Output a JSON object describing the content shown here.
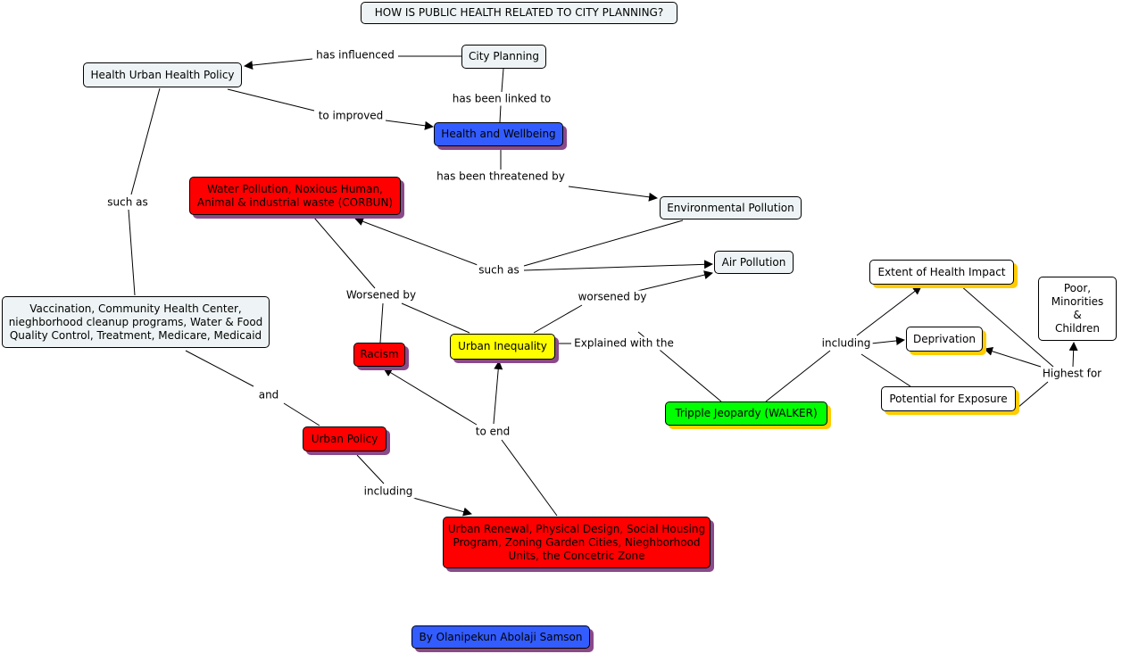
{
  "title": "HOW IS PUBLIC HEALTH RELATED TO CITY PLANNING?",
  "nodes": {
    "health_urban_policy": "Health Urban Health Policy",
    "city_planning": "City Planning",
    "health_wellbeing": "Health and Wellbeing",
    "environmental_pollution": "Environmental Pollution",
    "water_pollution": "Water Pollution, Noxious Human, Animal & industrial waste (CORBUN)",
    "air_pollution": "Air Pollution",
    "vaccination": "Vaccination, Community Health Center, nieghborhood cleanup programs, Water & Food Quality Control, Treatment, Medicare, Medicaid",
    "racism": "Racism",
    "urban_inequality": "Urban Inequality",
    "urban_policy": "Urban Policy",
    "urban_renewal": "Urban Renewal, Physical Design, Social Housing Program, Zoning Garden Cities, Nieghborhood Units, the Concetric Zone",
    "tripple_jeopardy": "Tripple Jeopardy (WALKER)",
    "extent_health_impact": "Extent of Health Impact",
    "deprivation": "Deprivation",
    "potential_exposure": "Potential for Exposure",
    "poor_minorities": "Poor, Minorities & Children",
    "author": "By Olanipekun Abolaji Samson"
  },
  "links": {
    "has_influenced": "has influenced",
    "has_been_linked_to": "has been linked to",
    "to_improved": "to improved",
    "has_been_threatened_by": "has been threatened by",
    "such_as_left": "such as",
    "such_as_center": "such as",
    "worsened_by": "Worsened by",
    "worsened_by_lower": "worsened by",
    "explained_with_the": "Explained with the",
    "and": "and",
    "including_left": "including",
    "to_end": "to end",
    "including_right": "including",
    "highest_for": "Highest for"
  },
  "colors": {
    "blue": "#335cff",
    "red": "#ff0000",
    "yellow": "#ffff00",
    "green": "#00ff00",
    "light": "#eef4f5",
    "shadow_purple": "#8a4a8a",
    "shadow_yellow": "#ffcc00"
  }
}
